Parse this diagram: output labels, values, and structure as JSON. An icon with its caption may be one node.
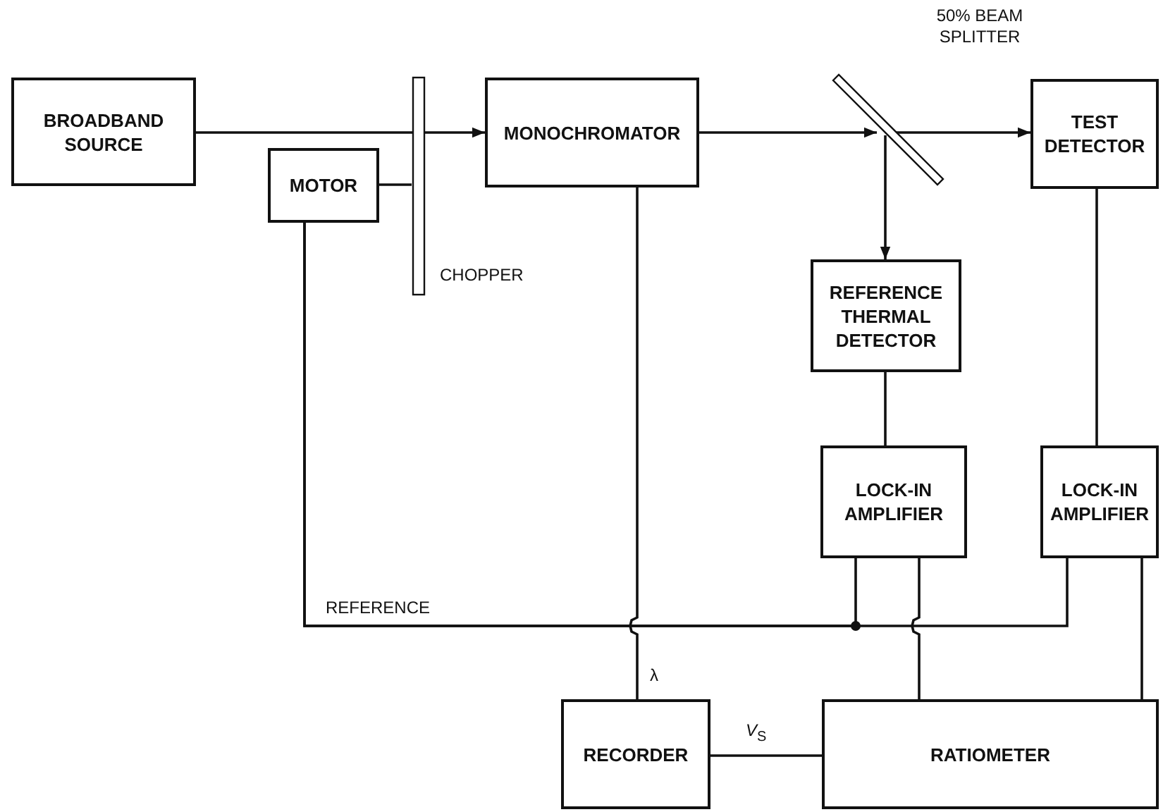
{
  "diagram": {
    "nodes": [
      {
        "text": [
          "BROADBAND SOURCE"
        ]
      },
      {
        "text": [
          "MOTOR"
        ]
      },
      {
        "text": [],
        "shape": "bar",
        "beside": [
          "CHOPPER"
        ]
      },
      {
        "text": [
          "MONOCHROMATOR"
        ]
      },
      {
        "text": [],
        "shape": "bar",
        "beside": [
          "50% BEAM SPLITTER"
        ]
      },
      {
        "text": [
          "TEST DETECTOR"
        ]
      },
      {
        "text": [
          "REFERENCE THERMAL DETECTOR"
        ]
      },
      {
        "text": [
          "LOCK-IN AMPLIFIER"
        ]
      },
      {
        "text": [
          "LOCK-IN AMPLIFIER"
        ]
      },
      {
        "text": [
          "RECORDER"
        ]
      },
      {
        "text": [
          "RATIOMETER"
        ]
      }
    ],
    "edges": [
      {
        "from": 0,
        "to": 3,
        "arrow": "to"
      },
      {
        "from": 1,
        "to": 2,
        "arrow": "none"
      },
      {
        "from": 3,
        "to": 4,
        "arrow": "to"
      },
      {
        "from": 4,
        "to": 5,
        "arrow": "to"
      },
      {
        "from": 4,
        "to": 6,
        "arrow": "to"
      },
      {
        "from": 3,
        "to": 9,
        "arrow": "none",
        "label": "λ"
      },
      {
        "from": 6,
        "to": 7,
        "arrow": "none"
      },
      {
        "from": 5,
        "to": 8,
        "arrow": "none"
      },
      {
        "from": 1,
        "to": 7,
        "arrow": "none",
        "label": "REFERENCE"
      },
      {
        "from": 1,
        "to": 8,
        "arrow": "none"
      },
      {
        "from": 7,
        "to": 10,
        "arrow": "none"
      },
      {
        "from": 8,
        "to": 10,
        "arrow": "none"
      },
      {
        "from": 9,
        "to": 10,
        "arrow": "none",
        "label": "*V*$_{S}$"
      }
    ]
  }
}
